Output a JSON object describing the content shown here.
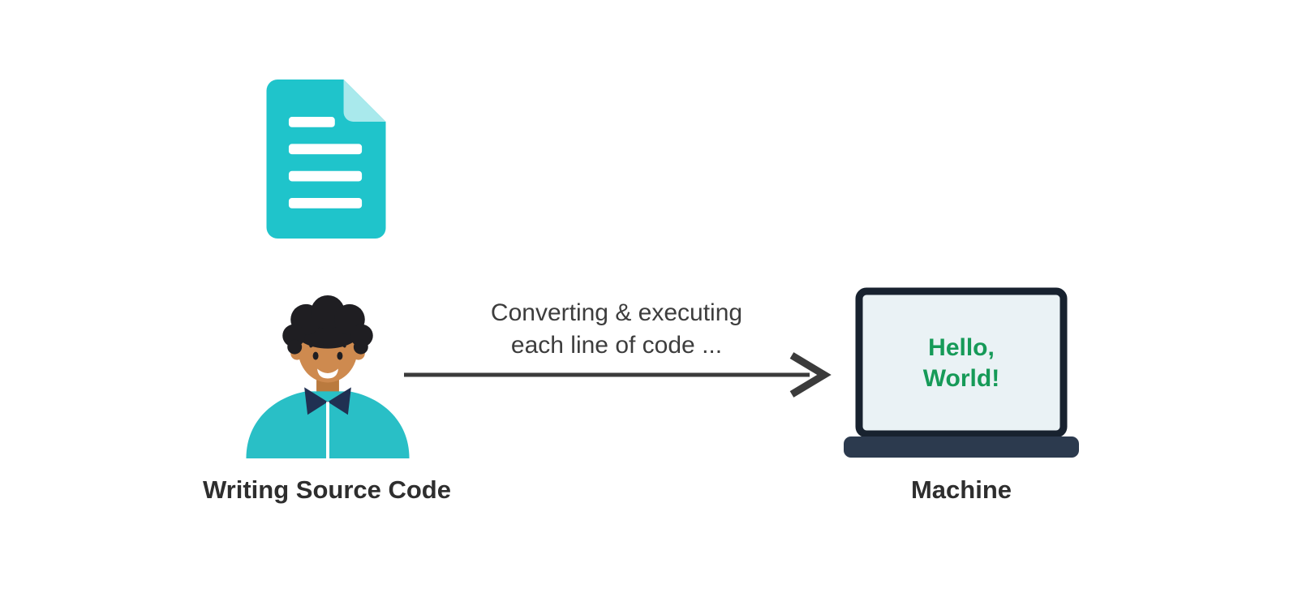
{
  "diagram": {
    "arrow_label": {
      "line1": "Converting & executing",
      "line2": "each line of code ..."
    },
    "machine_screen": {
      "line1": "Hello,",
      "line2": "World!"
    },
    "captions": {
      "person": "Writing Source Code",
      "machine": "Machine"
    },
    "icons": {
      "document": "source-code-document-icon",
      "person": "programmer-person-icon",
      "arrow": "arrow-right-icon",
      "laptop": "laptop-icon"
    },
    "colors": {
      "background": "#FFFFFF",
      "teal": "#1FC4CB",
      "teal_fold": "#A9E9EC",
      "screen_green": "#169A58",
      "laptop_frame": "#18222F",
      "laptop_base": "#2C3A4E",
      "arrow": "#3B3B3B",
      "label_text": "#3D3D3D",
      "caption_text": "#2E2E2E"
    }
  }
}
